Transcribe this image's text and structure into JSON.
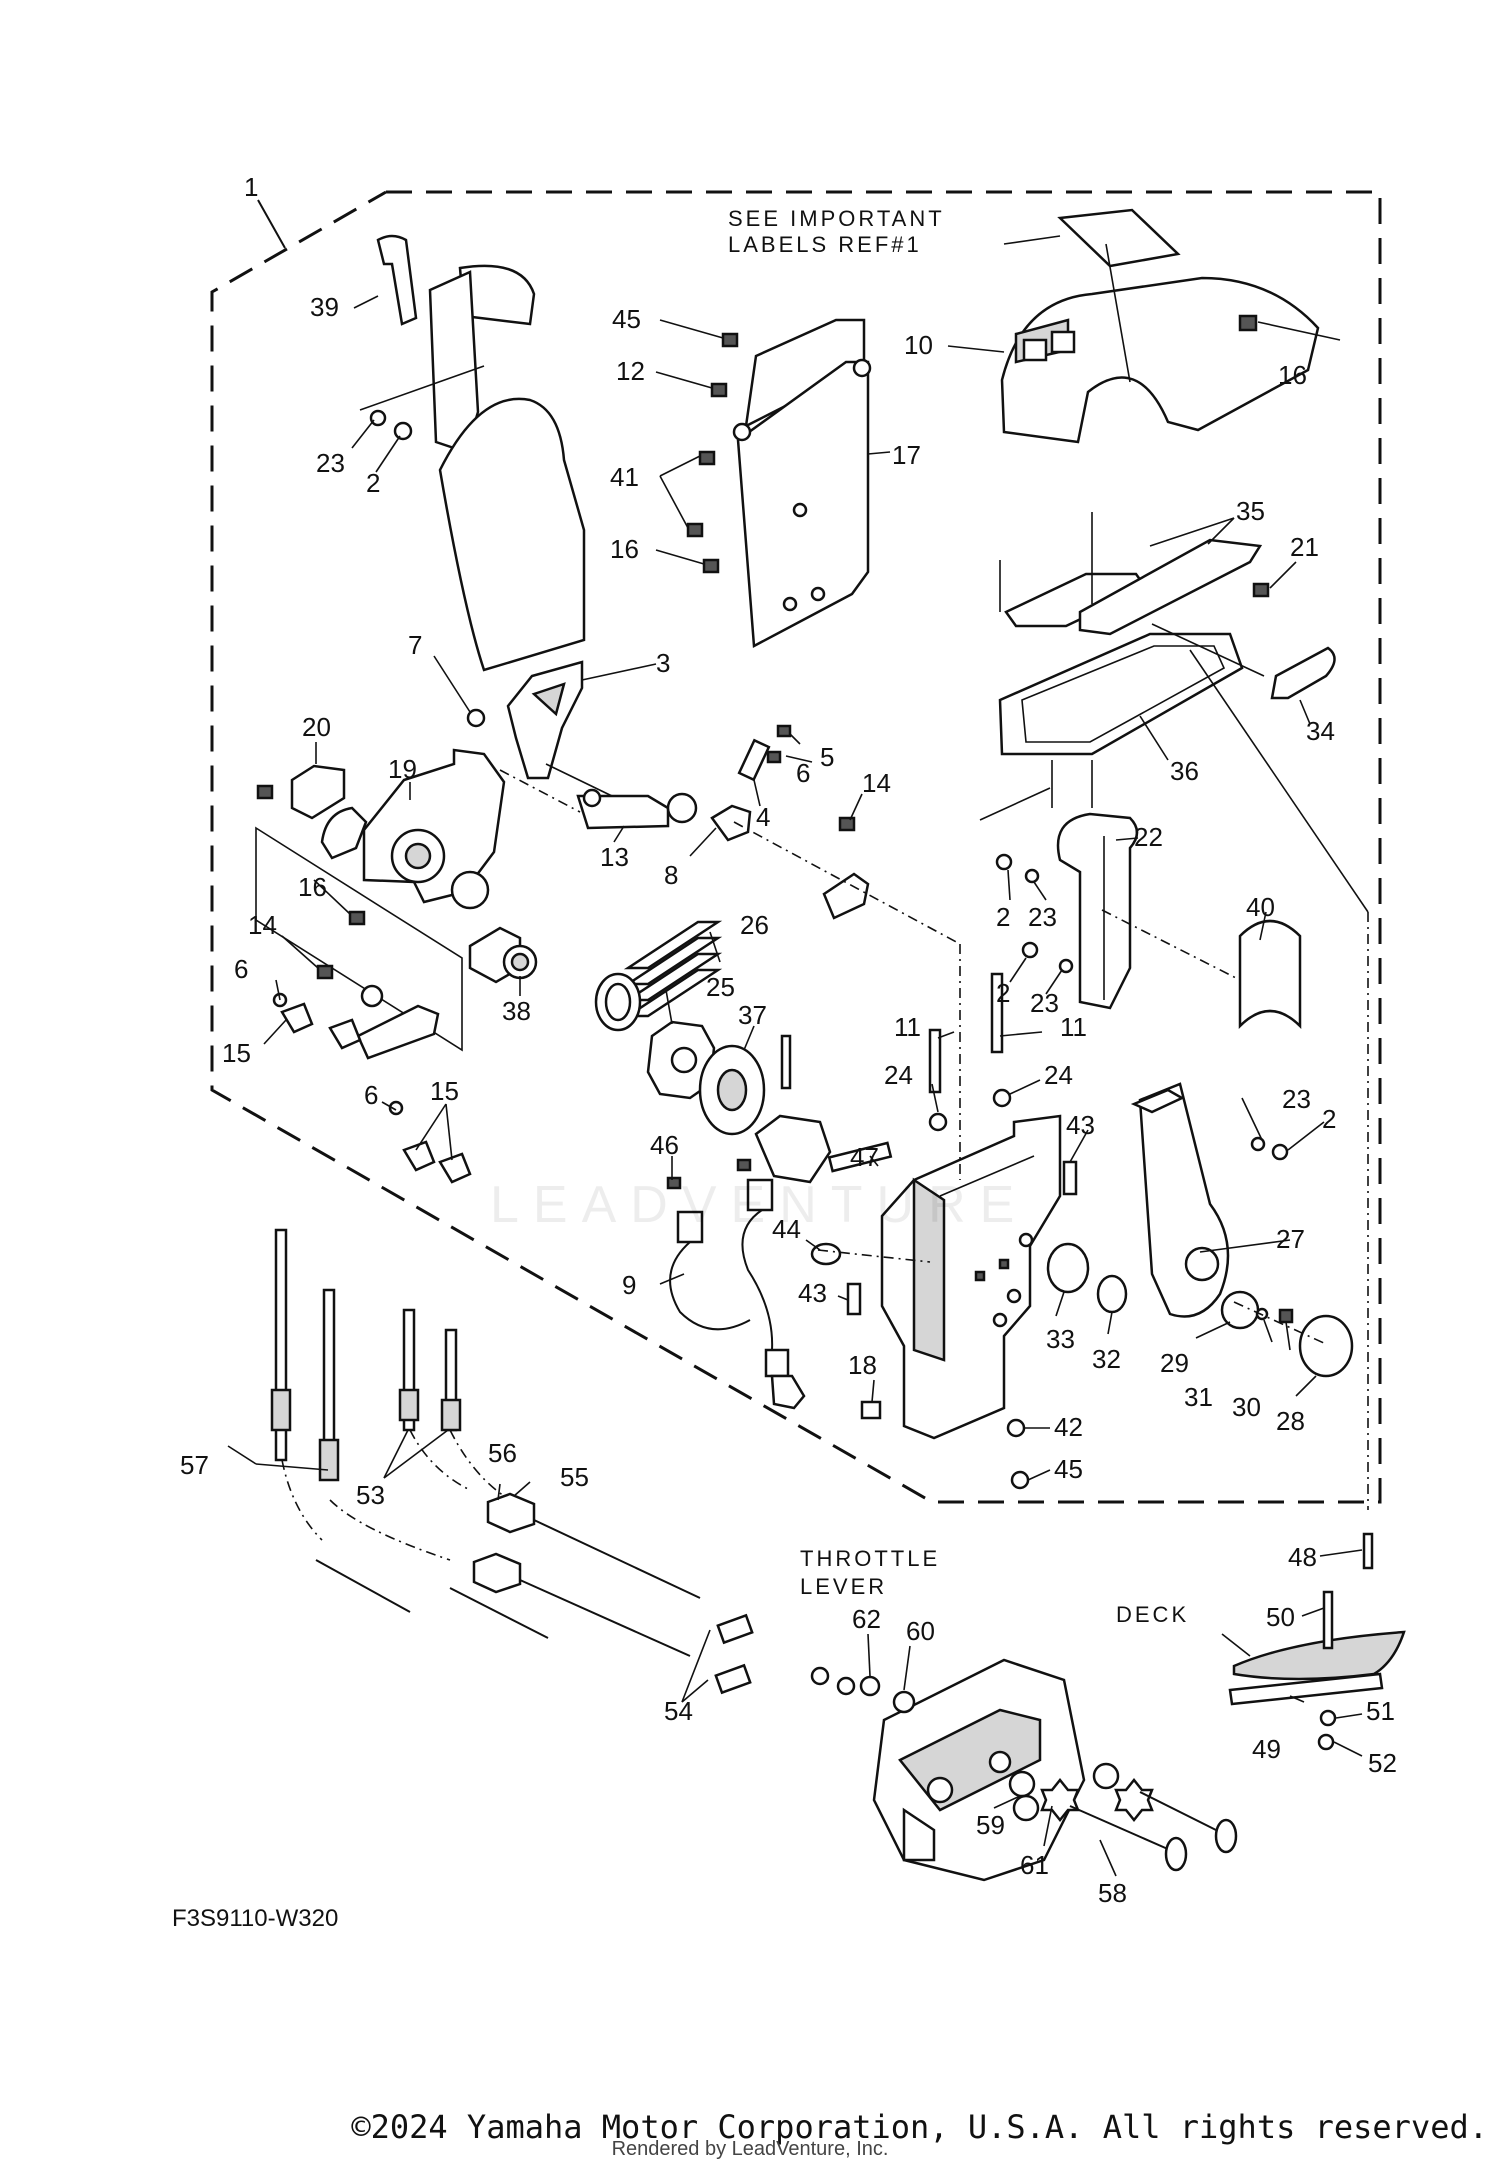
{
  "diagram": {
    "callouts": [
      "1",
      "2",
      "3",
      "4",
      "5",
      "6",
      "7",
      "8",
      "9",
      "10",
      "11",
      "12",
      "13",
      "14",
      "15",
      "16",
      "17",
      "18",
      "19",
      "20",
      "21",
      "22",
      "23",
      "24",
      "25",
      "26",
      "27",
      "28",
      "29",
      "30",
      "31",
      "32",
      "33",
      "34",
      "35",
      "36",
      "37",
      "38",
      "39",
      "40",
      "41",
      "42",
      "43",
      "44",
      "45",
      "46",
      "47",
      "48",
      "49",
      "50",
      "51",
      "52",
      "53",
      "54",
      "55",
      "56",
      "57",
      "58",
      "59",
      "60",
      "61",
      "62"
    ],
    "note_line1": "SEE IMPORTANT",
    "note_line2": "LABELS REF#1",
    "throttle_line1": "THROTTLE",
    "throttle_line2": "LEVER",
    "deck_label": "DECK",
    "ref_code": "F3S9110-W320",
    "watermark": "LEADVENTURE"
  },
  "footer": {
    "copyright": "©2024 Yamaha Motor Corporation, U.S.A. All rights reserved.",
    "rendered_by": "Rendered by LeadVenture, Inc."
  }
}
